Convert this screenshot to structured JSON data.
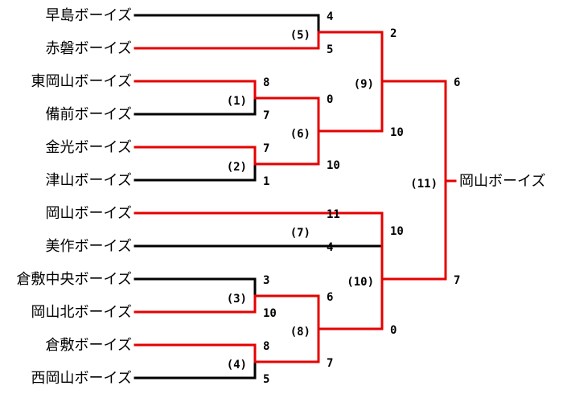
{
  "teams": [
    "早島ボーイズ",
    "赤磐ボーイズ",
    "東岡山ボーイズ",
    "備前ボーイズ",
    "金光ボーイズ",
    "津山ボーイズ",
    "岡山ボーイズ",
    "美作ボーイズ",
    "倉敷中央ボーイズ",
    "岡山北ボーイズ",
    "倉敷ボーイズ",
    "西岡山ボーイズ"
  ],
  "champion": "岡山ボーイズ",
  "matches": {
    "m1": {
      "label": "(1)",
      "top_score": "8",
      "bottom_score": "7"
    },
    "m2": {
      "label": "(2)",
      "top_score": "7",
      "bottom_score": "1"
    },
    "m3": {
      "label": "(3)",
      "top_score": "3",
      "bottom_score": "10"
    },
    "m4": {
      "label": "(4)",
      "top_score": "8",
      "bottom_score": "5"
    },
    "m5": {
      "label": "(5)",
      "top_score": "4",
      "bottom_score": "5"
    },
    "m6": {
      "label": "(6)",
      "top_score": "0",
      "bottom_score": "10"
    },
    "m7": {
      "label": "(7)",
      "top_score": "11",
      "bottom_score": "4"
    },
    "m8": {
      "label": "(8)",
      "top_score": "6",
      "bottom_score": "7"
    },
    "m9": {
      "label": "(9)",
      "top_score": "2",
      "bottom_score": "10"
    },
    "m10": {
      "label": "(10)",
      "top_score": "10",
      "bottom_score": "0"
    },
    "m11": {
      "label": "(11)",
      "top_score": "6",
      "bottom_score": "7"
    }
  },
  "colors": {
    "winner_line": "#e60000",
    "loser_line": "#000000"
  }
}
